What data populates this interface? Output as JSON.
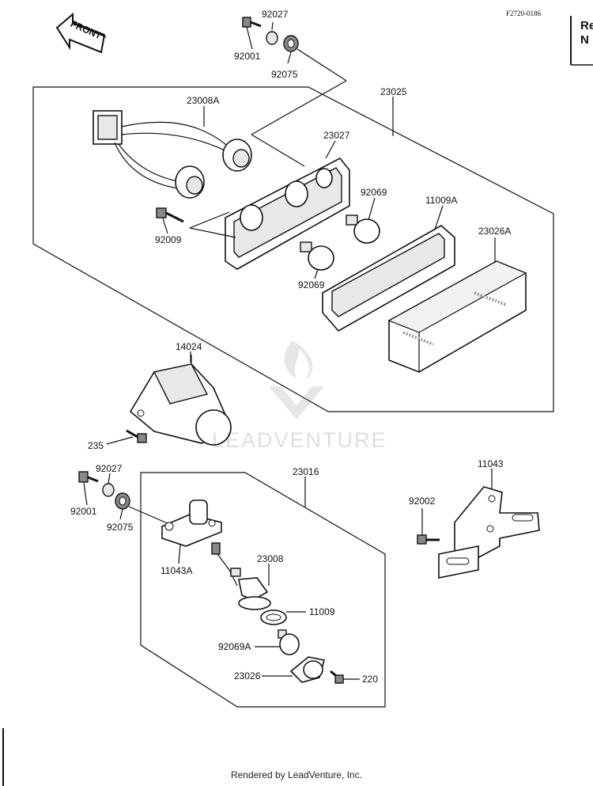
{
  "figure_code": "F2720-0186",
  "corner_text": [
    "Re",
    "N"
  ],
  "front_label": "FRONT",
  "watermark": "LEADVENTURE",
  "footer": "Rendered by LeadVenture, Inc.",
  "callouts": {
    "p92027_top": "92027",
    "p92001_top": "92001",
    "p92075_top": "92075",
    "p23025": "23025",
    "p23008A": "23008A",
    "p23027": "23027",
    "p92069_a": "92069",
    "p11009A": "11009A",
    "p23026A": "23026A",
    "p92009": "92009",
    "p92069_b": "92069",
    "p14024": "14024",
    "p235": "235",
    "p92027_bot": "92027",
    "p92001_bot": "92001",
    "p92075_bot": "92075",
    "p23016": "23016",
    "p11043A": "11043A",
    "p23008": "23008",
    "p11009": "11009",
    "p92069A": "92069A",
    "p23026": "23026",
    "p220": "220",
    "p11043": "11043",
    "p92002": "92002"
  }
}
